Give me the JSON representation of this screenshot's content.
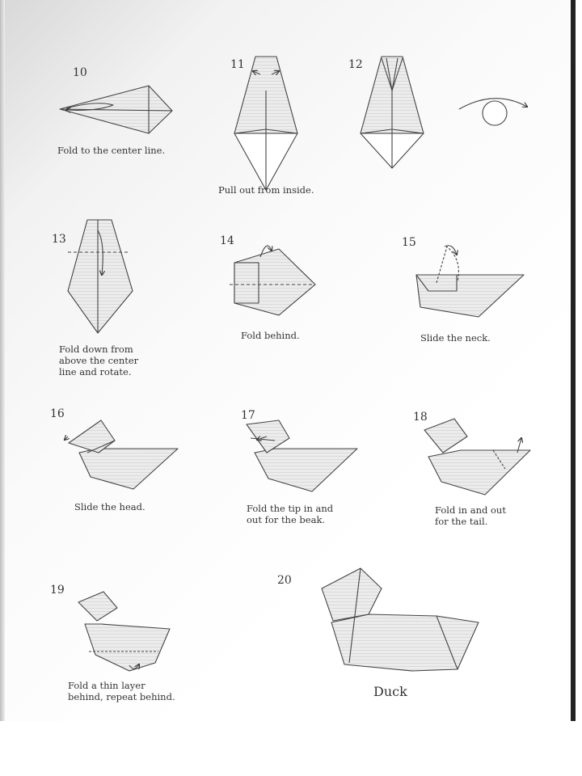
{
  "steps": [
    {
      "number": "10",
      "caption": "Fold to the center line."
    },
    {
      "number": "11",
      "caption": "Pull out from inside."
    },
    {
      "number": "12",
      "caption": ""
    },
    {
      "number": "13",
      "caption": "Fold down from\nabove the center\nline and rotate."
    },
    {
      "number": "14",
      "caption": "Fold behind."
    },
    {
      "number": "15",
      "caption": "Slide the neck."
    },
    {
      "number": "16",
      "caption": "Slide the head."
    },
    {
      "number": "17",
      "caption": "Fold the tip in and\nout for the beak."
    },
    {
      "number": "18",
      "caption": "Fold in and out\nfor the tail."
    },
    {
      "number": "19",
      "caption": "Fold a thin layer\nbehind, repeat behind."
    },
    {
      "number": "20",
      "caption": ""
    }
  ],
  "final_title": "Duck",
  "icons": [
    "turn-over-icon",
    "fold-arrow-icon"
  ],
  "colors": {
    "line": "#333333",
    "fill": "#e6e6e6",
    "page": "#ffffff"
  }
}
